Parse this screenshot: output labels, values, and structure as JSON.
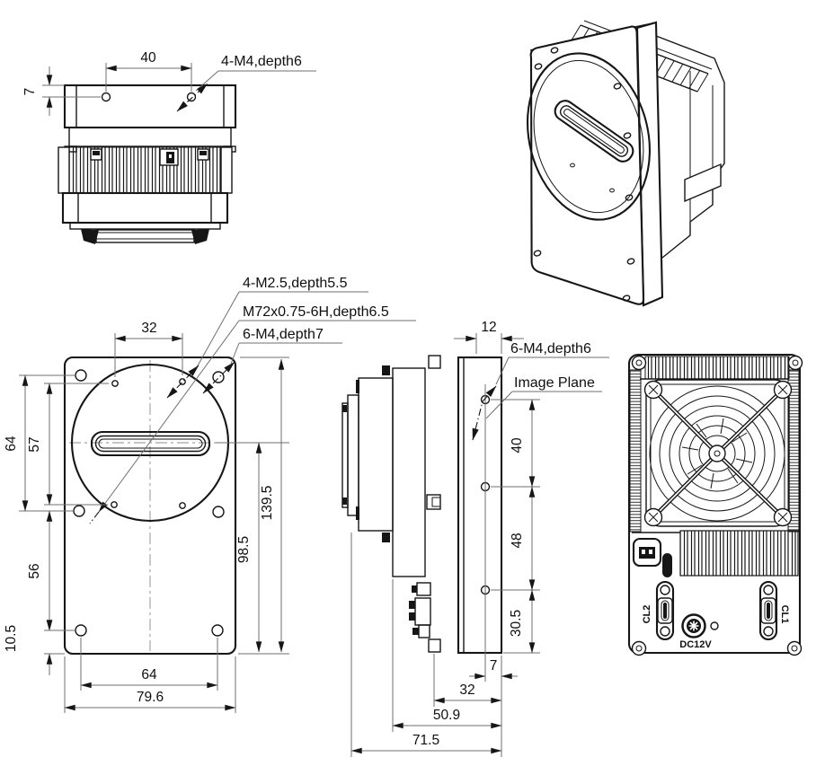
{
  "colors": {
    "ink": "#161616",
    "dim_lines": "#6f6f6f",
    "background": "#ffffff"
  },
  "top_view": {
    "dim_hole_spacing": "40",
    "dim_hole_offset": "7",
    "callout_mount_holes": "4-M4,depth6"
  },
  "front_view": {
    "dim_sensor_holes": "32",
    "dim_side_upper": "64",
    "dim_sensor_span": "57",
    "dim_side_lower": "56",
    "dim_bottom_offset": "10.5",
    "dim_bottom_holes": "64",
    "dim_width": "79.6",
    "dim_image_center": "98.5",
    "dim_height": "139.5",
    "callout_sensor_holes": "4-M2.5,depth5.5",
    "callout_lens_mount": "M72x0.75-6H,depth6.5",
    "callout_mount_holes": "6-M4,depth7"
  },
  "side_view": {
    "dim_plate": "12",
    "callout_mount_holes": "6-M4,depth6",
    "label_image_plane": "Image Plane",
    "dim_hole_upper": "40",
    "dim_hole_mid": "48",
    "dim_hole_lower": "30.5",
    "dim_plane_offset": "7",
    "dim_body": "32",
    "dim_mid": "50.9",
    "dim_total": "71.5"
  },
  "back_view": {
    "label_cl2": "CL2",
    "label_cl1": "CL1",
    "label_power": "DC12V"
  }
}
